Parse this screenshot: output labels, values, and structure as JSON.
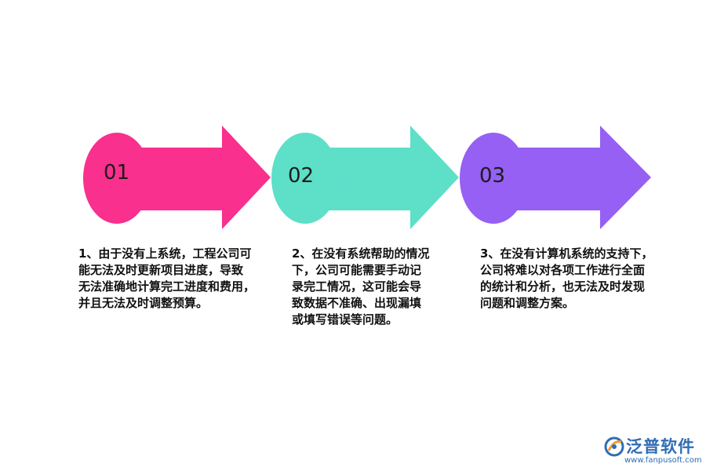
{
  "steps": [
    {
      "number": "01",
      "color": "#f9308d",
      "text": "1、由于没有上系统，工程公司可\n能无法及时更新项目进度，导致\n无法准确地计算完工进度和费用，\n并且无法及时调整预算。"
    },
    {
      "number": "02",
      "color": "#5ddfc8",
      "text": "2、在没有系统帮助的情况\n下，公司可能需要手动记\n录完工情况，这可能会导\n致数据不准确、出现漏填\n或填写错误等问题。"
    },
    {
      "number": "03",
      "color": "#9560f3",
      "text": "3、在没有计算机系统的支持下，\n公司将难以对各项工作进行全面\n的统计和分析，也无法及时发现\n问题和调整方案。"
    }
  ],
  "logo": {
    "name": "泛普软件",
    "url": "www.fanpusoft.com",
    "color": "#2f6db5"
  }
}
